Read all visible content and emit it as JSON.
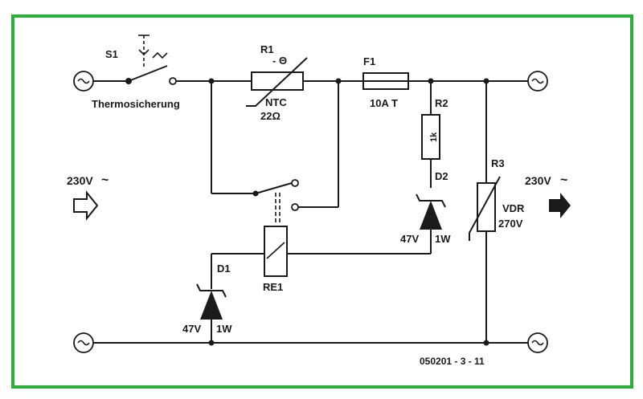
{
  "colors": {
    "frame": "#2eae3b",
    "ink": "#1a1a1a",
    "background": "#ffffff"
  },
  "labels": {
    "s1": "S1",
    "thermal_fuse": "Thermosicherung",
    "r1": "R1",
    "r1_temp": "- Θ",
    "ntc": "NTC",
    "ntc_value": "22Ω",
    "f1": "F1",
    "f1_value": "10A T",
    "r2": "R2",
    "r2_value": "1k",
    "d2": "D2",
    "d2_voltage": "47V",
    "d2_power": "1W",
    "r3": "R3",
    "vdr": "VDR",
    "vdr_value": "270V",
    "d1": "D1",
    "d1_voltage": "47V",
    "d1_power": "1W",
    "re1": "RE1",
    "input_voltage": "230V",
    "output_voltage": "230V",
    "tilde": "~",
    "figure_id": "050201 - 3 - 11"
  },
  "icons": [
    "ac-terminal-icon",
    "arrow-outline-icon",
    "arrow-filled-icon"
  ]
}
